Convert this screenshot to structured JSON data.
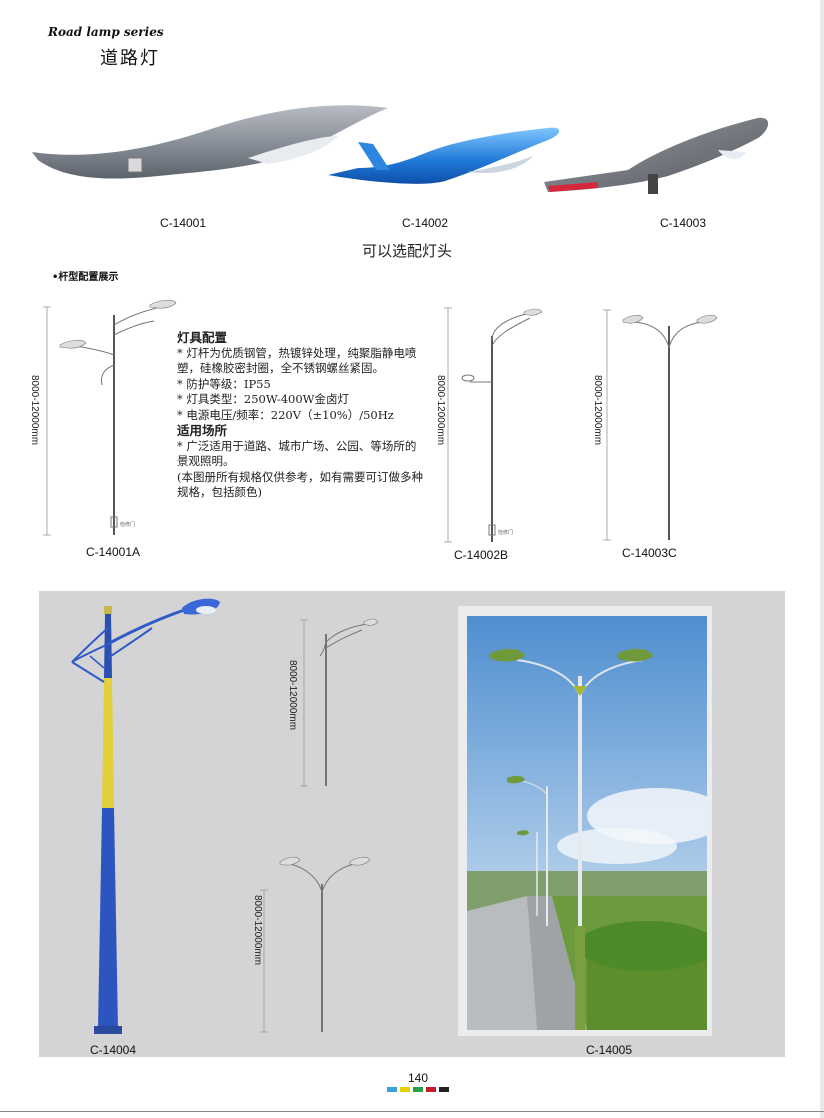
{
  "header": {
    "series_en": "Road lamp series",
    "series_cn": "道路灯"
  },
  "heads": [
    {
      "model": "C-14001"
    },
    {
      "model": "C-14002"
    },
    {
      "model": "C-14003"
    }
  ],
  "heads_subtitle": "可以选配灯头",
  "pole_section_label": "•杆型配置展示",
  "poles": [
    {
      "model": "C-14001A",
      "height": "8000-12000mm"
    },
    {
      "model": "C-14002B",
      "height": "8000-12000mm"
    },
    {
      "model": "C-14003C",
      "height": "8000-12000mm"
    }
  ],
  "door_label": "检修门",
  "specs": {
    "fixture_heading": "灯具配置",
    "lines": [
      "* 灯杆为优质钢管，热镀锌处理，纯聚脂静电喷塑，硅橡胶密封圈，全不锈钢螺丝紧固。",
      "* 防护等级：IP55",
      "* 灯具类型：250W-400W金卤灯",
      "* 电源电压/频率：220V（±10%）/50Hz"
    ],
    "usage_heading": "适用场所",
    "usage_lines": [
      "* 广泛适用于道路、城市广场、公园、等场所的景观照明。",
      "(本图册所有规格仅供参考，如有需要可订做多种规格，包括颜色)"
    ]
  },
  "bottom": {
    "left_model": "C-14004",
    "right_model": "C-14005",
    "dim_upper": "8000-12000mm",
    "dim_lower": "8000-12000mm"
  },
  "page_number": "140",
  "swatch_colors": [
    "#3aa0d8",
    "#e6d200",
    "#2aa04a",
    "#c41a2a",
    "#222222"
  ]
}
